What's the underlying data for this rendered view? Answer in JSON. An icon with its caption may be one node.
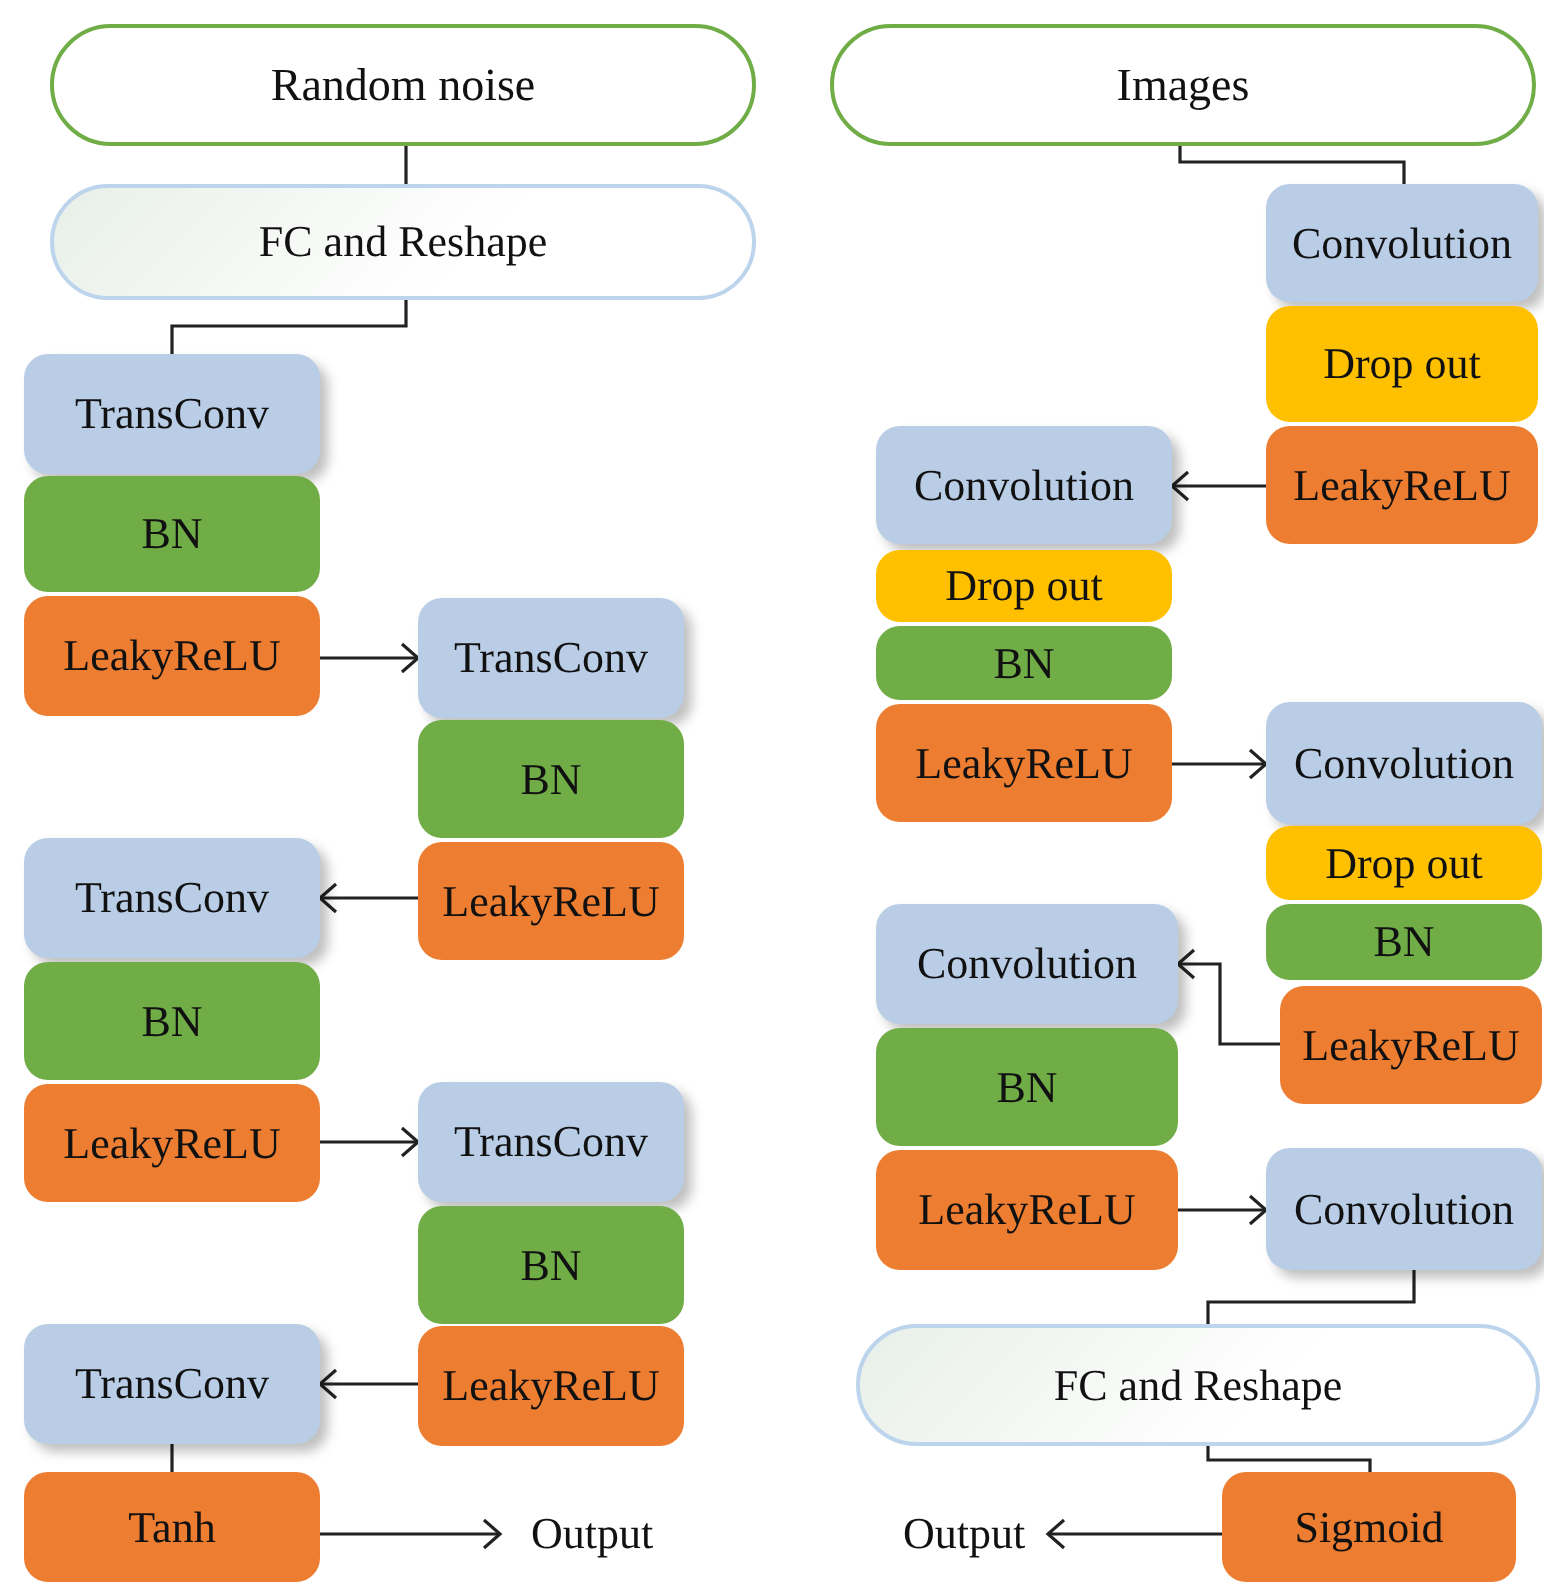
{
  "diagram": {
    "nodes": [
      {
        "text": [
          "Random noise"
        ]
      },
      {
        "text": [
          "FC and Reshape"
        ]
      },
      {
        "text": [
          "TransConv"
        ]
      },
      {
        "text": [
          "BN"
        ]
      },
      {
        "text": [
          "LeakyReLU"
        ]
      },
      {
        "text": [
          "TransConv"
        ]
      },
      {
        "text": [
          "BN"
        ]
      },
      {
        "text": [
          "LeakyReLU"
        ]
      },
      {
        "text": [
          "TransConv"
        ]
      },
      {
        "text": [
          "BN"
        ]
      },
      {
        "text": [
          "LeakyReLU"
        ]
      },
      {
        "text": [
          "TransConv"
        ]
      },
      {
        "text": [
          "BN"
        ]
      },
      {
        "text": [
          "LeakyReLU"
        ]
      },
      {
        "text": [
          "TransConv"
        ]
      },
      {
        "text": [
          "Tanh"
        ]
      },
      {
        "text": [
          "Output"
        ]
      },
      {
        "text": [
          "Images"
        ]
      },
      {
        "text": [
          "Convolution"
        ]
      },
      {
        "text": [
          "Drop out"
        ]
      },
      {
        "text": [
          "LeakyReLU"
        ]
      },
      {
        "text": [
          "Convolution"
        ]
      },
      {
        "text": [
          "Drop out"
        ]
      },
      {
        "text": [
          "BN"
        ]
      },
      {
        "text": [
          "LeakyReLU"
        ]
      },
      {
        "text": [
          "Convolution"
        ]
      },
      {
        "text": [
          "Drop out"
        ]
      },
      {
        "text": [
          "BN"
        ]
      },
      {
        "text": [
          "LeakyReLU"
        ]
      },
      {
        "text": [
          "Convolution"
        ]
      },
      {
        "text": [
          "BN"
        ]
      },
      {
        "text": [
          "LeakyReLU"
        ]
      },
      {
        "text": [
          "Convolution"
        ]
      },
      {
        "text": [
          "FC and Reshape"
        ]
      },
      {
        "text": [
          "Sigmoid"
        ]
      },
      {
        "text": [
          "Output"
        ]
      }
    ],
    "edges": [
      {
        "from": 0,
        "to": 1,
        "arrow": "none"
      },
      {
        "from": 1,
        "to": 2,
        "arrow": "none"
      },
      {
        "from": 4,
        "to": 5,
        "arrow": "to"
      },
      {
        "from": 7,
        "to": 8,
        "arrow": "to"
      },
      {
        "from": 10,
        "to": 11,
        "arrow": "to"
      },
      {
        "from": 13,
        "to": 14,
        "arrow": "to"
      },
      {
        "from": 14,
        "to": 15,
        "arrow": "none"
      },
      {
        "from": 15,
        "to": 16,
        "arrow": "to"
      },
      {
        "from": 17,
        "to": 18,
        "arrow": "none"
      },
      {
        "from": 20,
        "to": 21,
        "arrow": "to"
      },
      {
        "from": 24,
        "to": 25,
        "arrow": "to"
      },
      {
        "from": 28,
        "to": 29,
        "arrow": "to"
      },
      {
        "from": 31,
        "to": 32,
        "arrow": "to"
      },
      {
        "from": 32,
        "to": 33,
        "arrow": "none"
      },
      {
        "from": 33,
        "to": 34,
        "arrow": "none"
      },
      {
        "from": 34,
        "to": 35,
        "arrow": "to"
      }
    ]
  }
}
